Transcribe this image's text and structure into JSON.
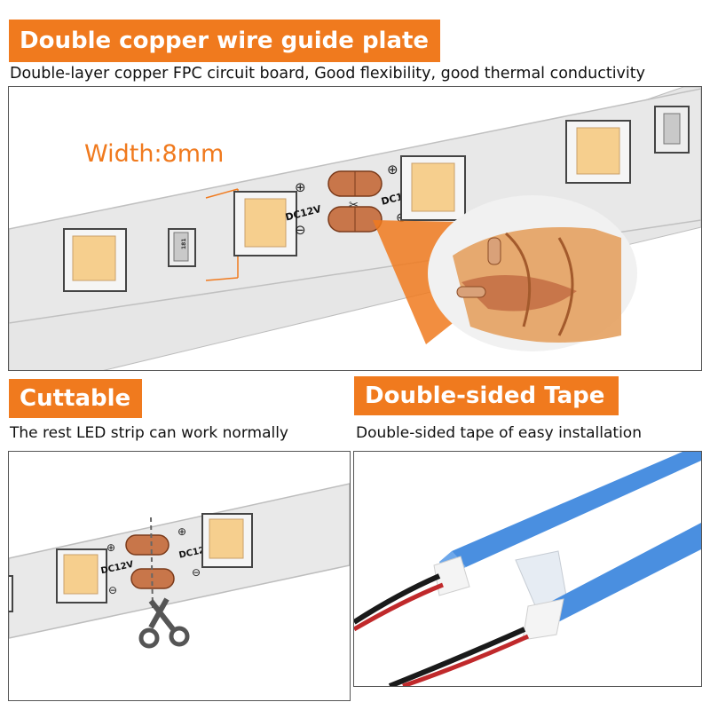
{
  "colors": {
    "accent": "#f07a1e",
    "strip": "#e9e9e9",
    "copper": "#c8764a",
    "led": "#f4c980",
    "tape_blue": "#4a8fe0",
    "panel_border": "#555555"
  },
  "section_top": {
    "title": "Double copper wire guide plate",
    "subtitle": "Double-layer copper FPC circuit board, Good flexibility, good thermal conductivity",
    "width_label": "Width:8mm",
    "pad_label_left": "DC12V",
    "pad_label_right": "DC12V",
    "resistor_label": "181"
  },
  "section_cut": {
    "title": "Cuttable",
    "subtitle": "The rest LED strip can work normally",
    "pad_label_left": "DC12V",
    "pad_label_right": "DC12V"
  },
  "section_tape": {
    "title": "Double-sided Tape",
    "subtitle": "Double-sided tape of easy installation"
  },
  "icons": [
    "plus-icon",
    "minus-icon",
    "scissors-icon",
    "cut-mark-icon"
  ]
}
